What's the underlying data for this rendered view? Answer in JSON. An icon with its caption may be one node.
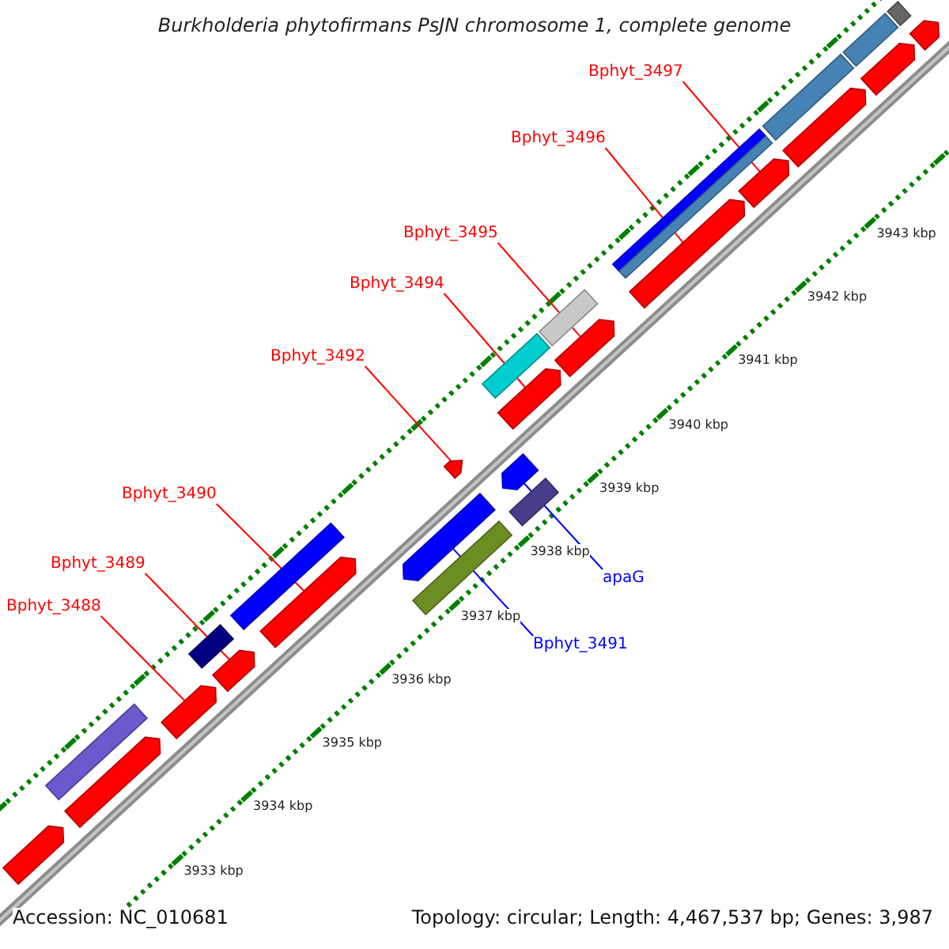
{
  "diagram": {
    "title": "Burkholderia phytofirmans PsJN chromosome 1, complete genome",
    "nodes": [
      {
        "text": [
          "Bphyt_3497"
        ]
      },
      {
        "text": [
          "Bphyt_3496"
        ]
      },
      {
        "text": [
          "Bphyt_3495"
        ]
      },
      {
        "text": [
          "Bphyt_3494"
        ]
      },
      {
        "text": [
          "Bphyt_3492"
        ]
      },
      {
        "text": [
          "Bphyt_3490"
        ]
      },
      {
        "text": [
          "Bphyt_3489"
        ]
      },
      {
        "text": [
          "apaG"
        ]
      },
      {
        "text": [
          "Bphyt_3488"
        ]
      },
      {
        "text": [
          "Bphyt_3491"
        ]
      },
      {
        "text": [],
        "shape": "arrow"
      },
      {
        "text": [],
        "shape": "bar"
      },
      {
        "text": [],
        "shape": "arrow"
      },
      {
        "text": [],
        "shape": "arrow"
      },
      {
        "text": [],
        "shape": "bar"
      },
      {
        "text": [],
        "shape": "arrow"
      },
      {
        "text": [],
        "shape": "bar"
      },
      {
        "text": [],
        "shape": "arrow"
      },
      {
        "text": [],
        "shape": "arrow"
      },
      {
        "text": [],
        "shape": "arrow"
      },
      {
        "text": [],
        "shape": "bar"
      },
      {
        "text": [],
        "shape": "arrow"
      },
      {
        "text": [],
        "shape": "bar"
      },
      {
        "text": [],
        "shape": "arrow"
      },
      {
        "text": [],
        "shape": "bar"
      },
      {
        "text": [],
        "shape": "bar"
      },
      {
        "text": [],
        "shape": "arrow"
      },
      {
        "text": [],
        "shape": "bar"
      },
      {
        "text": [],
        "shape": "arrow"
      },
      {
        "text": [],
        "shape": "bar"
      },
      {
        "text": [],
        "shape": "arrow"
      },
      {
        "text": [],
        "shape": "bar"
      },
      {
        "text": [],
        "shape": "arrow"
      },
      {
        "text": [],
        "shape": "arrow"
      },
      {
        "text": [],
        "shape": "bar"
      },
      {
        "text": [],
        "shape": "arrow"
      },
      {
        "text": [],
        "shape": "bar"
      }
    ],
    "edges": [
      {
        "from": 0,
        "to": 30,
        "arrow": "none"
      },
      {
        "from": 1,
        "to": 28,
        "arrow": "none"
      },
      {
        "from": 2,
        "to": 26,
        "arrow": "none"
      },
      {
        "from": 3,
        "to": 23,
        "arrow": "none"
      },
      {
        "from": 4,
        "to": 19,
        "arrow": "none"
      },
      {
        "from": 5,
        "to": 17,
        "arrow": "none"
      },
      {
        "from": 6,
        "to": 15,
        "arrow": "none"
      },
      {
        "from": 7,
        "to": 21,
        "arrow": "none",
        "color": "#0000ff"
      },
      {
        "from": 8,
        "to": 13,
        "arrow": "none"
      },
      {
        "from": 9,
        "to": 18,
        "arrow": "none",
        "color": "#0000ff"
      }
    ],
    "labels": [
      "3943 kbp",
      "3942 kbp",
      "3941 kbp",
      "3940 kbp",
      "3939 kbp",
      "3938 kbp",
      "3937 kbp",
      "3936 kbp",
      "3935 kbp",
      "3934 kbp",
      "3933 kbp",
      "Accession: NC_010681",
      "Topology: circular; Length: 4,467,537 bp; Genes: 3,987"
    ]
  }
}
